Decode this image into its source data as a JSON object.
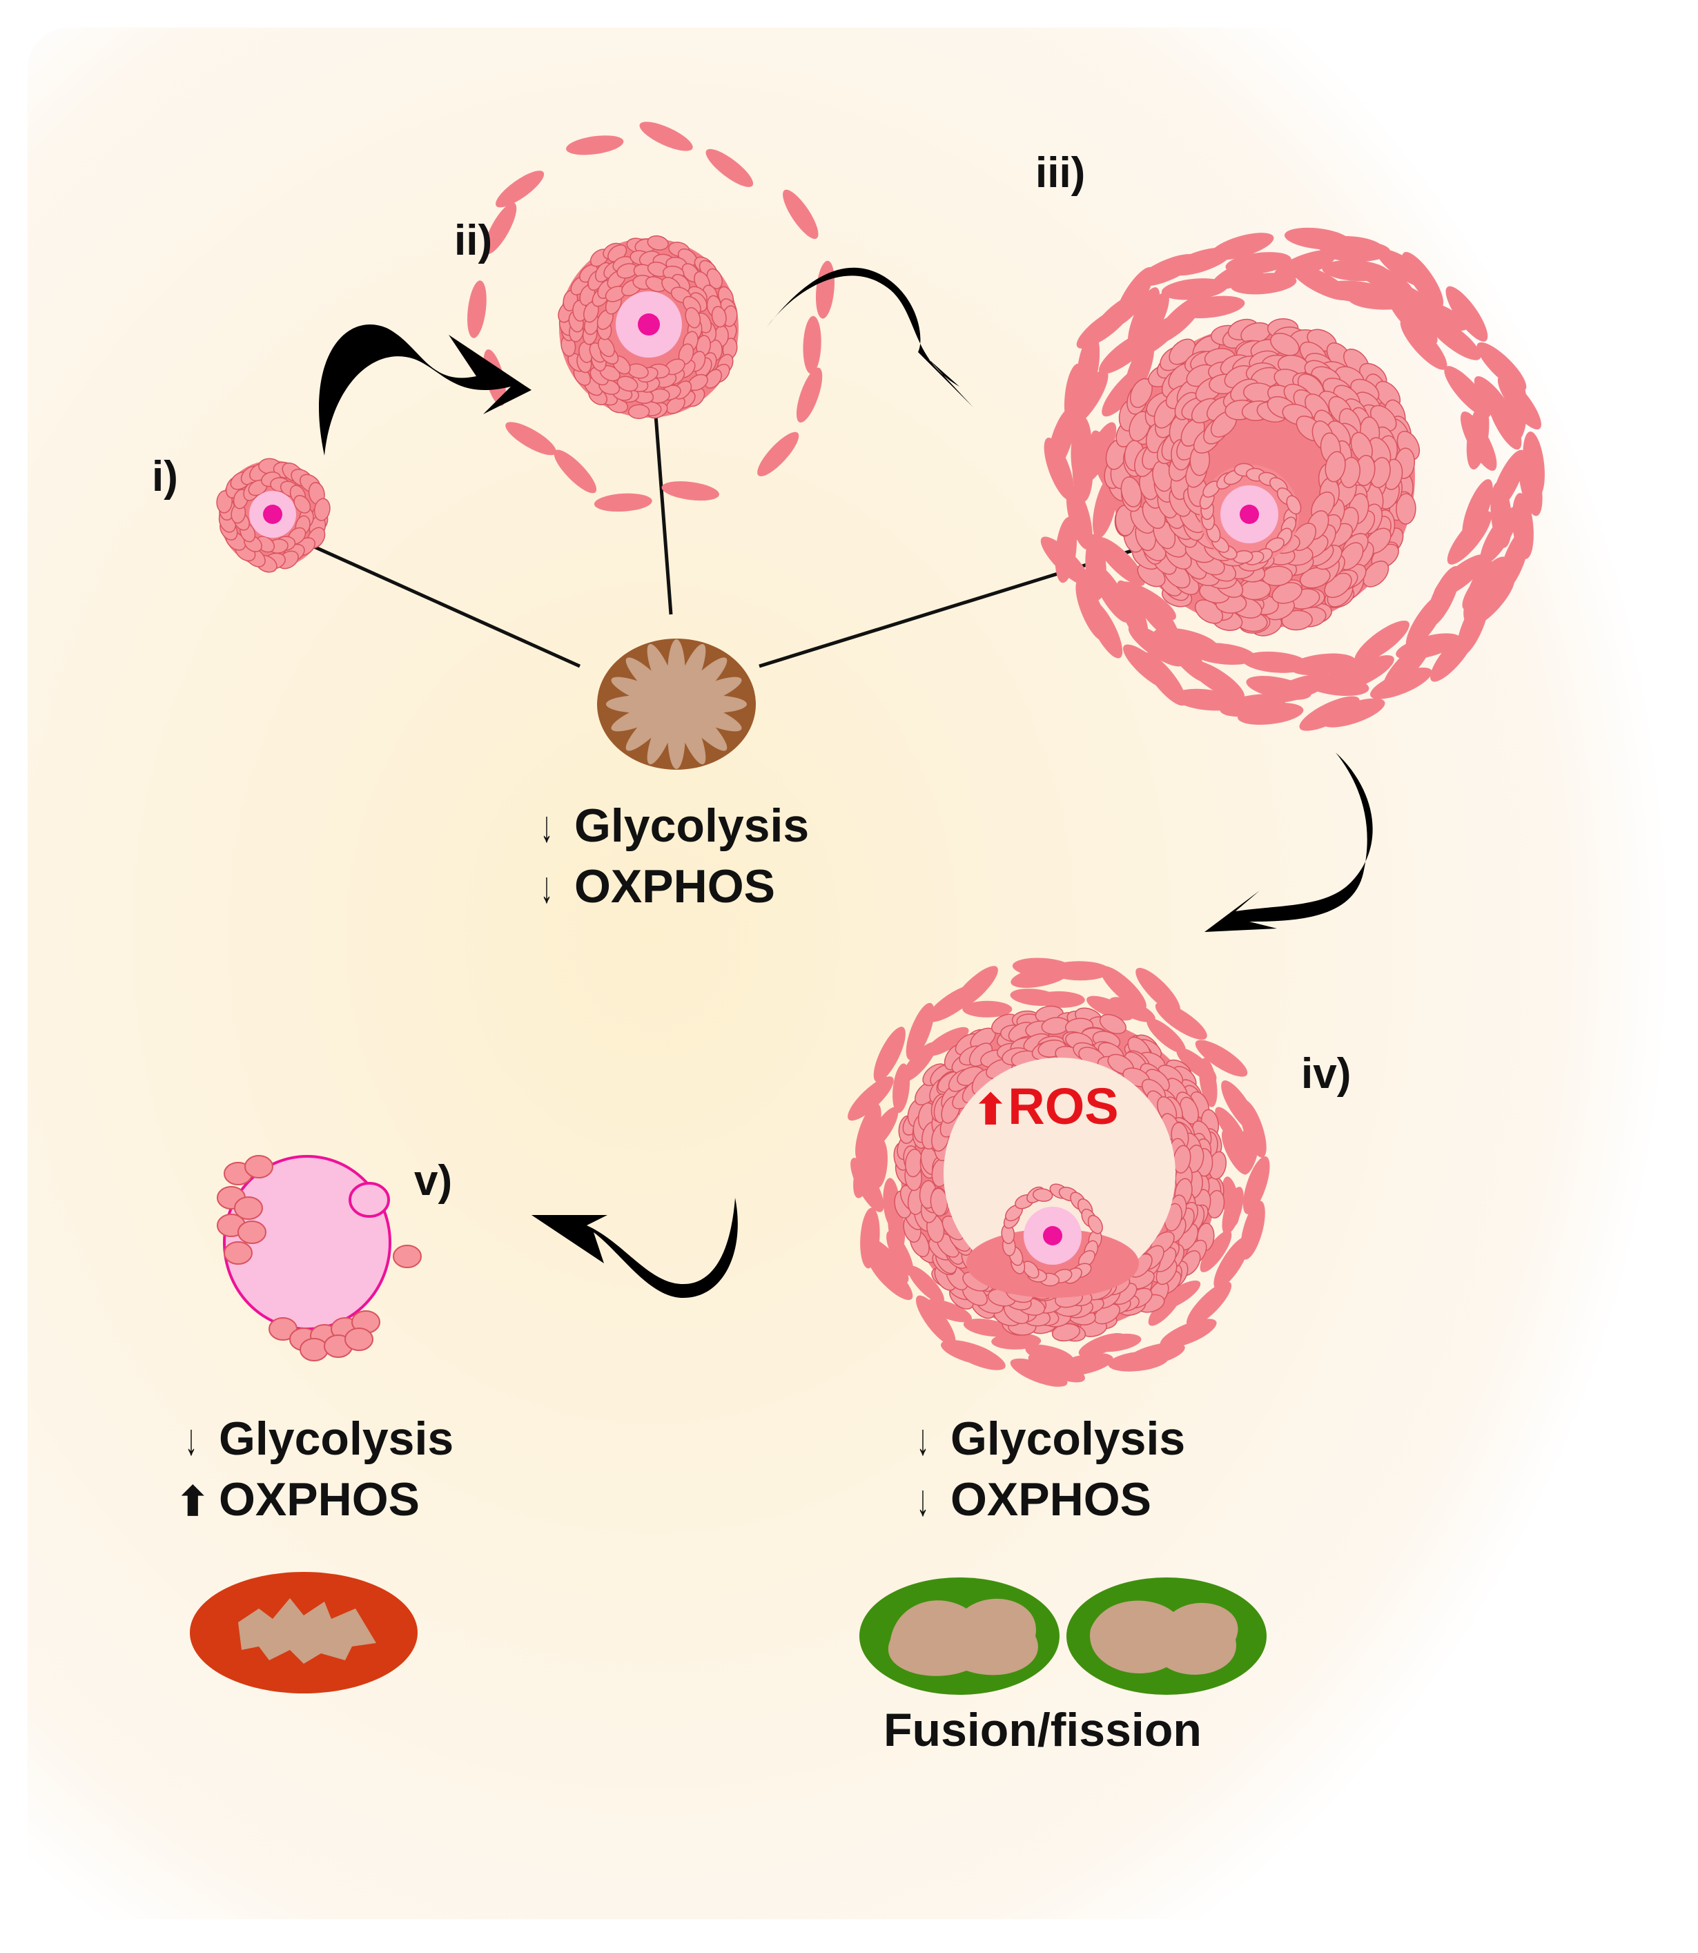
{
  "stages": {
    "i": "i)",
    "ii": "ii)",
    "iii": "iii)",
    "iv": "iv)",
    "v": "v)"
  },
  "center_block": {
    "line1_arrow": "↓",
    "line1_text": "Glycolysis",
    "line2_arrow": "↓",
    "line2_text": "OXPHOS"
  },
  "iv_block": {
    "ros_arrow": "⬆",
    "ros_text": "ROS",
    "line1_arrow": "↓",
    "line1_text": "Glycolysis",
    "line2_arrow": "↓",
    "line2_text": "OXPHOS",
    "caption": "Fusion/fission"
  },
  "v_block": {
    "line1_arrow": "↓",
    "line1_text": "Glycolysis",
    "line2_arrow": "⬆",
    "line2_text": "OXPHOS"
  },
  "colors": {
    "granulosa": "#f27f88",
    "granulosa_dark": "#d9535f",
    "oocyte": "#fbbfe0",
    "nucleus": "#ee1199",
    "mito_brown": "#9b5a2c",
    "mito_tan": "#c9a287",
    "mito_green": "#3f8f0e",
    "mito_red": "#d63a12",
    "ros_red": "#e6141a",
    "background_center": "#fdf2d8"
  },
  "icons": [
    "curved-arrow-icon",
    "mitochondrion-icon",
    "follicle-icon",
    "oocyte-icon"
  ]
}
